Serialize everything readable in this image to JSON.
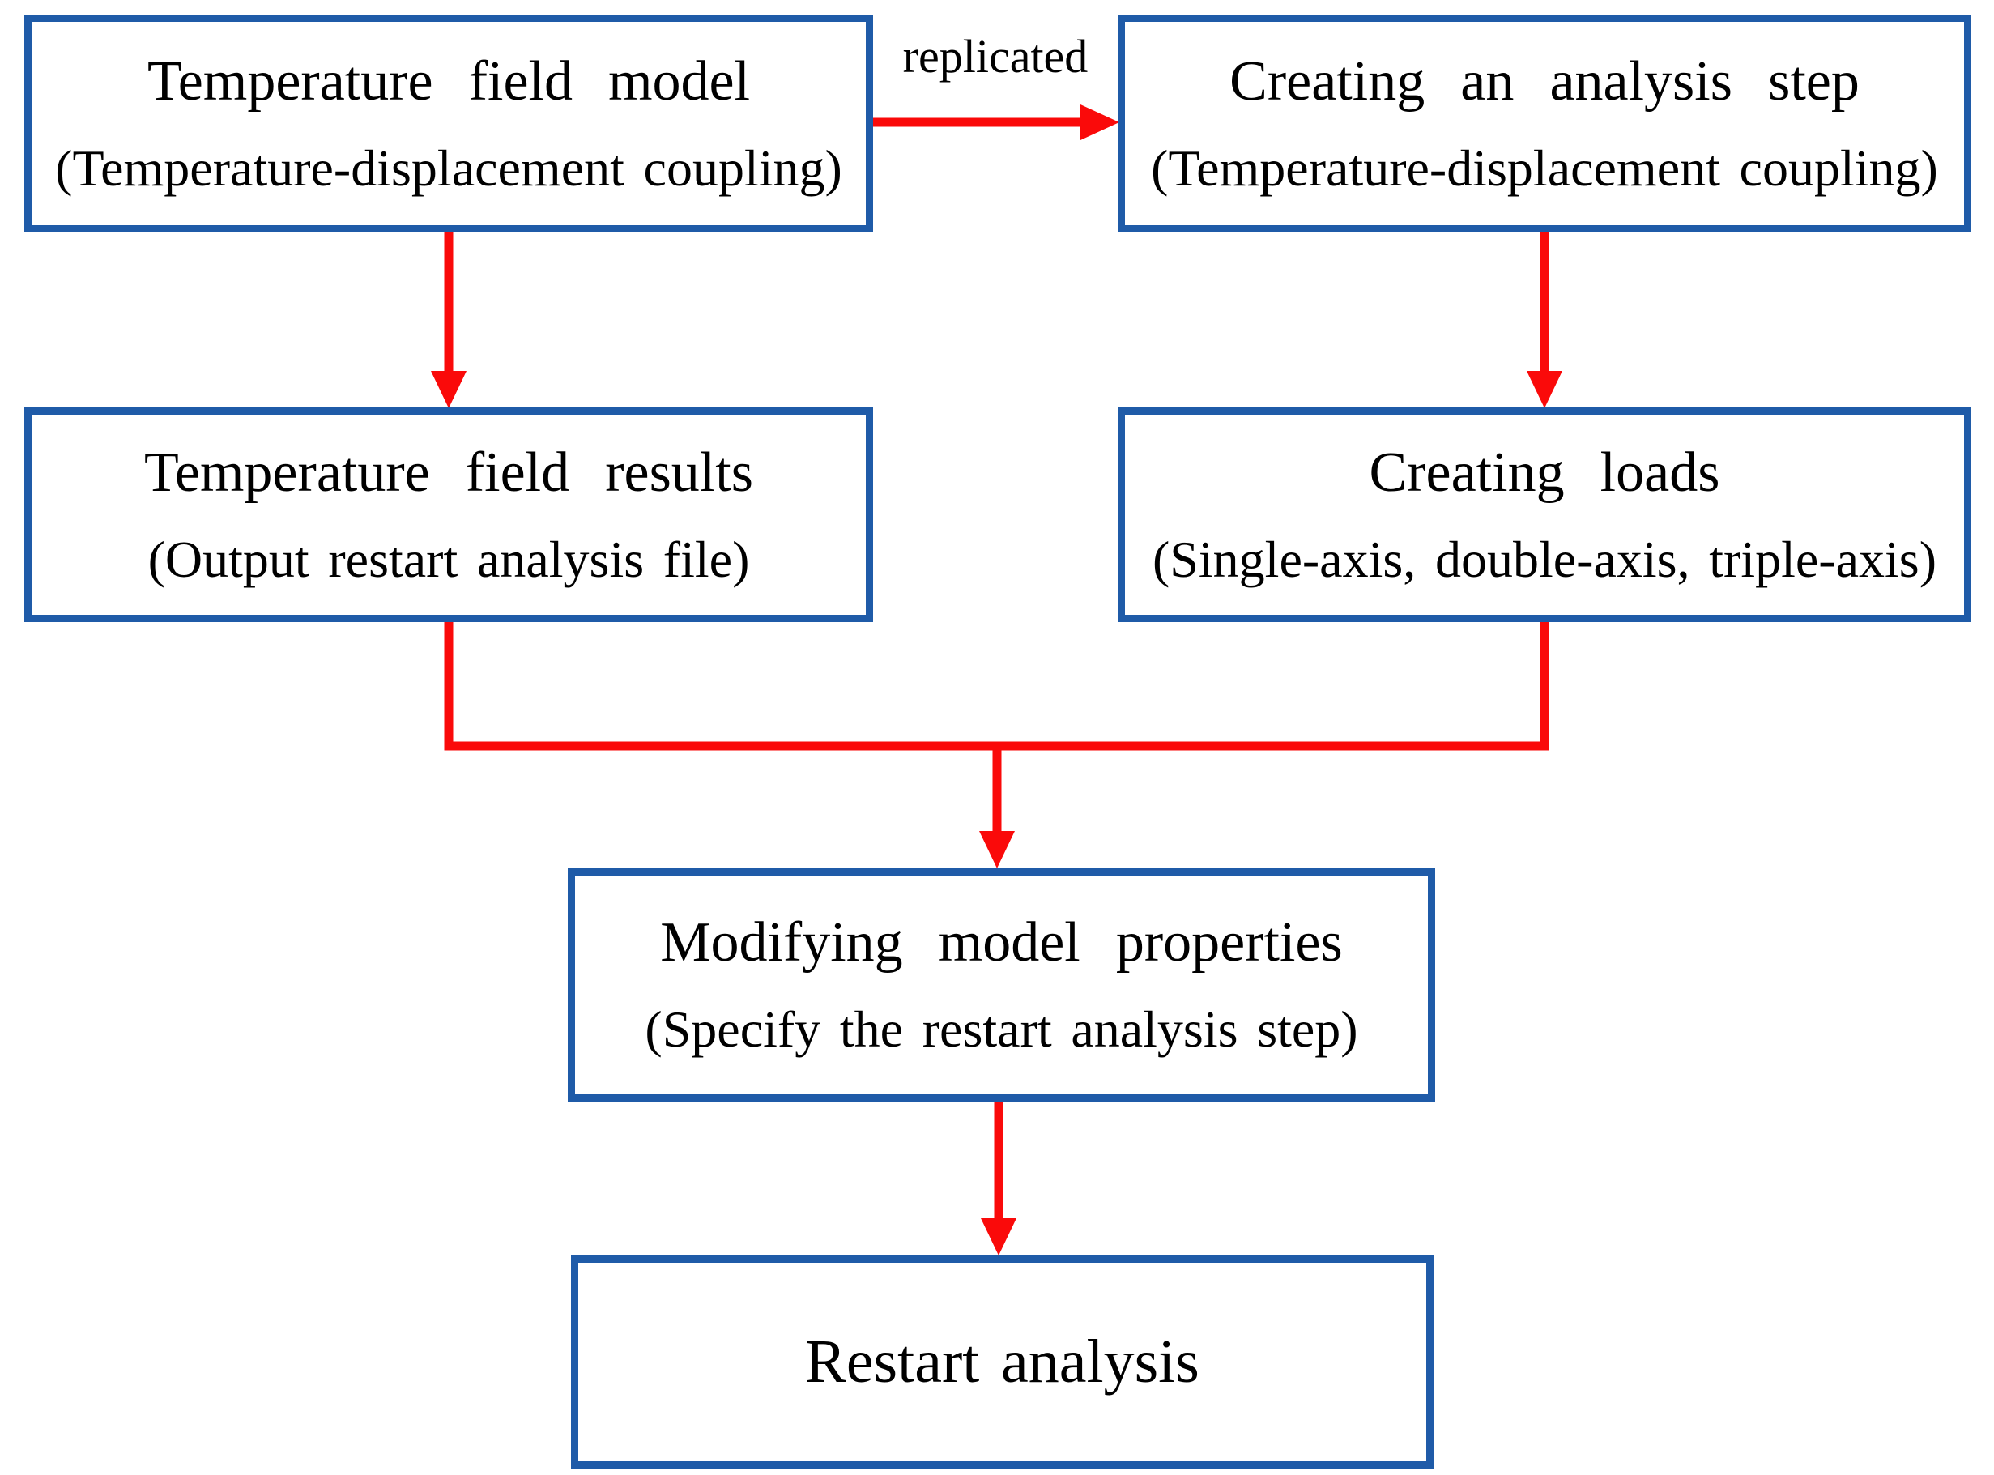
{
  "diagram": {
    "type": "flowchart",
    "nodes": [
      {
        "id": "temperature-field-model",
        "title": "Temperature field model",
        "subtitle": "(Temperature-displacement coupling)"
      },
      {
        "id": "creating-analysis-step",
        "title": "Creating an analysis step",
        "subtitle": "(Temperature-displacement coupling)"
      },
      {
        "id": "temperature-field-results",
        "title": "Temperature field results",
        "subtitle": "(Output restart analysis file)"
      },
      {
        "id": "creating-loads",
        "title": "Creating loads",
        "subtitle": "(Single-axis, double-axis, triple-axis)"
      },
      {
        "id": "modifying-model-properties",
        "title": "Modifying model properties",
        "subtitle": "(Specify the restart analysis step)"
      },
      {
        "id": "restart-analysis",
        "title": "Restart analysis",
        "subtitle": ""
      }
    ],
    "edges": [
      {
        "from": "temperature-field-model",
        "to": "creating-analysis-step",
        "label": "replicated"
      },
      {
        "from": "temperature-field-model",
        "to": "temperature-field-results",
        "label": ""
      },
      {
        "from": "creating-analysis-step",
        "to": "creating-loads",
        "label": ""
      },
      {
        "from": "temperature-field-results",
        "to": "modifying-model-properties",
        "label": ""
      },
      {
        "from": "creating-loads",
        "to": "modifying-model-properties",
        "label": ""
      },
      {
        "from": "modifying-model-properties",
        "to": "restart-analysis",
        "label": ""
      }
    ]
  },
  "colors": {
    "box_border": "#1F5BA8",
    "arrow": "#FA0A0A",
    "text": "#000000",
    "bg": "#FFFFFF"
  }
}
